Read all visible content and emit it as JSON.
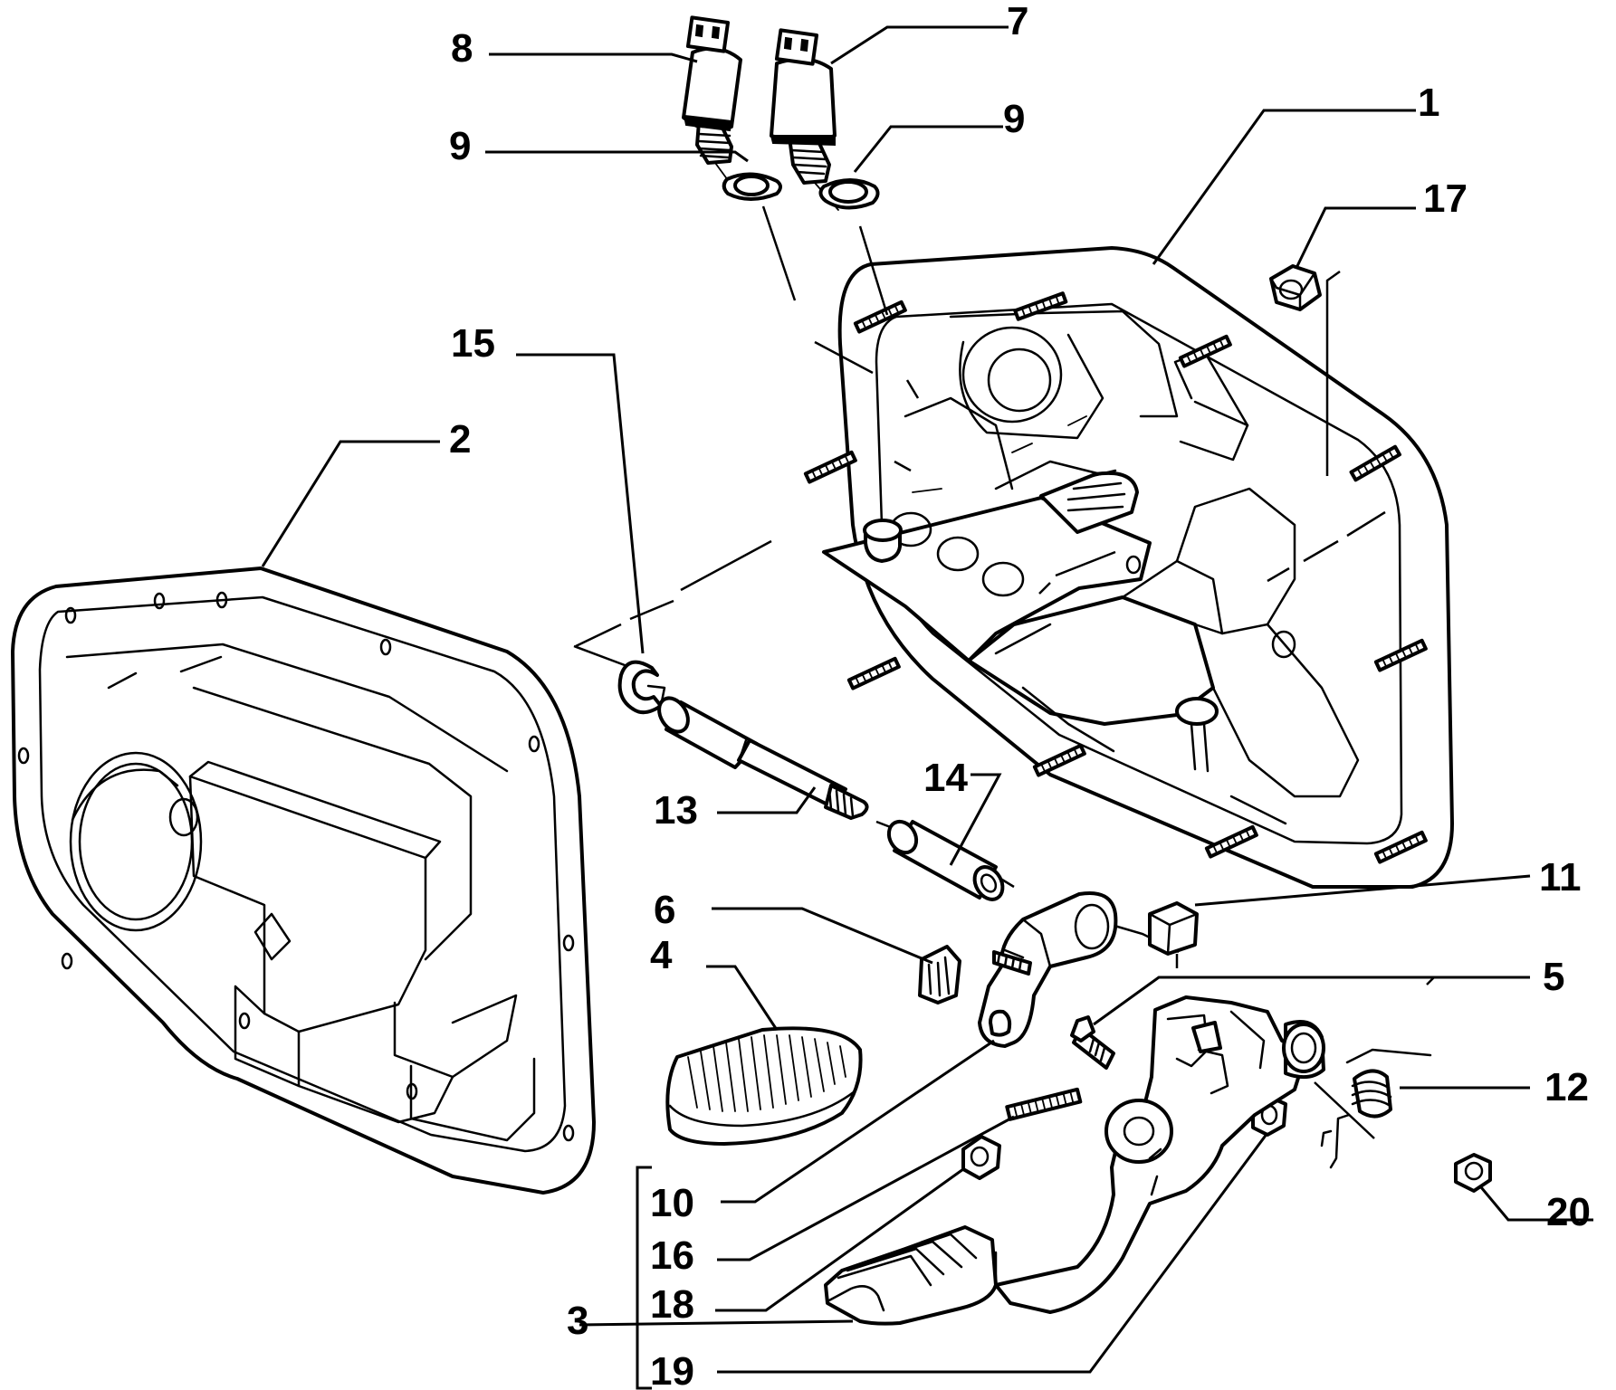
{
  "diagram": {
    "type": "exploded-parts-diagram",
    "background_color": "#ffffff",
    "line_color": "#000000",
    "callouts": [
      {
        "id": "c8",
        "label": "8"
      },
      {
        "id": "c7",
        "label": "7"
      },
      {
        "id": "c9a",
        "label": "9"
      },
      {
        "id": "c9b",
        "label": "9"
      },
      {
        "id": "c1",
        "label": "1"
      },
      {
        "id": "c17",
        "label": "17"
      },
      {
        "id": "c15",
        "label": "15"
      },
      {
        "id": "c2",
        "label": "2"
      },
      {
        "id": "c14",
        "label": "14"
      },
      {
        "id": "c13",
        "label": "13"
      },
      {
        "id": "c11",
        "label": "11"
      },
      {
        "id": "c6",
        "label": "6"
      },
      {
        "id": "c4",
        "label": "4"
      },
      {
        "id": "c5",
        "label": "5"
      },
      {
        "id": "c12",
        "label": "12"
      },
      {
        "id": "c20",
        "label": "20"
      },
      {
        "id": "c10",
        "label": "10"
      },
      {
        "id": "c16",
        "label": "16"
      },
      {
        "id": "c18",
        "label": "18"
      },
      {
        "id": "c3",
        "label": "3"
      },
      {
        "id": "c19",
        "label": "19"
      }
    ]
  }
}
